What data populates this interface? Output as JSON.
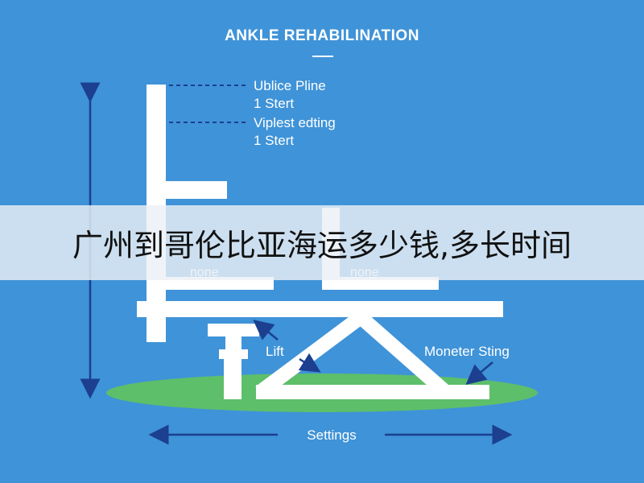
{
  "diagram": {
    "title": "ANKLE REHABILINATION",
    "labels": {
      "top_label_1_line1": "Ublice Pline",
      "top_label_1_line2": "1 Stert",
      "top_label_2_line1": "Viplest edting",
      "top_label_2_line2": "1 Stert",
      "left_none": "none",
      "right_none": "none",
      "lift": "Lift",
      "moneter": "Moneter Sting",
      "settings": "Settings"
    },
    "colors": {
      "background": "#3f93d8",
      "structure": "#ffffff",
      "base_ellipse": "#5dbf6a",
      "arrow": "#1c3f8f"
    }
  },
  "overlay": {
    "caption": "广州到哥伦比亚海运多少钱,多长时间"
  }
}
